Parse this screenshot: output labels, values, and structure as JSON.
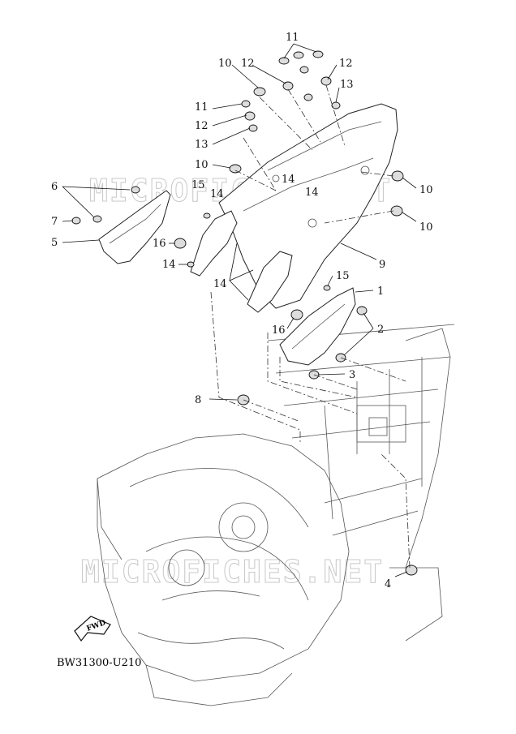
{
  "diagram": {
    "code": "BW31300-U210",
    "fwd_label": "FWD",
    "watermark": "MICROFICHES.NET",
    "callouts": [
      {
        "id": "c1",
        "label": "1"
      },
      {
        "id": "c2",
        "label": "2"
      },
      {
        "id": "c3",
        "label": "3"
      },
      {
        "id": "c4",
        "label": "4"
      },
      {
        "id": "c5",
        "label": "5"
      },
      {
        "id": "c6",
        "label": "6"
      },
      {
        "id": "c7",
        "label": "7"
      },
      {
        "id": "c8",
        "label": "8"
      },
      {
        "id": "c9",
        "label": "9"
      },
      {
        "id": "c10a",
        "label": "10"
      },
      {
        "id": "c10b",
        "label": "10"
      },
      {
        "id": "c10c",
        "label": "10"
      },
      {
        "id": "c10d",
        "label": "10"
      },
      {
        "id": "c11a",
        "label": "11"
      },
      {
        "id": "c11b",
        "label": "11"
      },
      {
        "id": "c12a",
        "label": "12"
      },
      {
        "id": "c12b",
        "label": "12"
      },
      {
        "id": "c12c",
        "label": "12"
      },
      {
        "id": "c13a",
        "label": "13"
      },
      {
        "id": "c13b",
        "label": "13"
      },
      {
        "id": "c14a",
        "label": "14"
      },
      {
        "id": "c14b",
        "label": "14"
      },
      {
        "id": "c14c",
        "label": "14"
      },
      {
        "id": "c14d",
        "label": "14"
      },
      {
        "id": "c14e",
        "label": "14"
      },
      {
        "id": "c15a",
        "label": "15"
      },
      {
        "id": "c15b",
        "label": "15"
      },
      {
        "id": "c16a",
        "label": "16"
      },
      {
        "id": "c16b",
        "label": "16"
      }
    ]
  }
}
